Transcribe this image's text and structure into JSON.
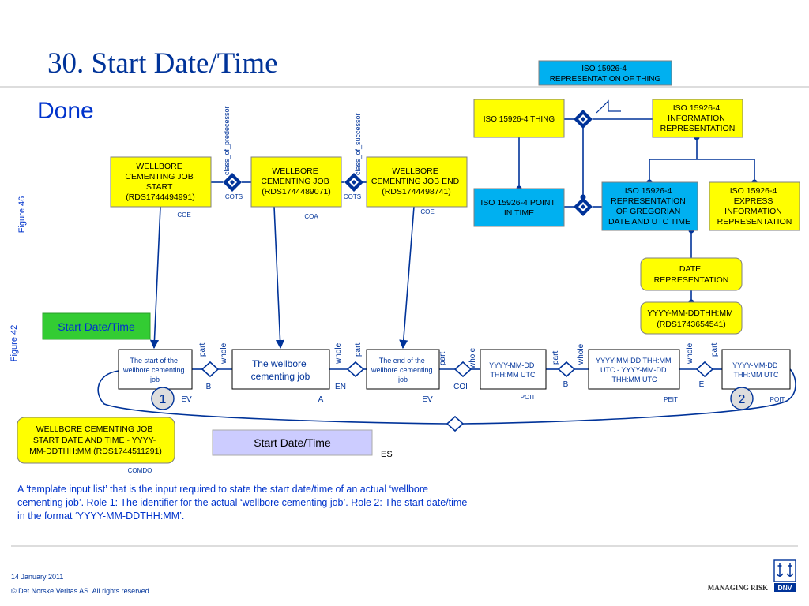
{
  "slide": {
    "title": "30. Start Date/Time",
    "subtitle": "Done",
    "side_label_top": "Figure 46",
    "side_label_bottom": "Figure 42",
    "footer_date": "14 January 2011",
    "footer_copyright": "© Det Norske Veritas AS. All rights reserved.",
    "brand_tagline": "MANAGING RISK",
    "brand_name": "DNV"
  },
  "colors": {
    "yellow": "#ffff00",
    "cyan": "#00b0f0",
    "navy": "#003399",
    "green": "#33cc33",
    "lavender": "#ccccff",
    "link_blue": "#0033cc"
  },
  "boxes": {
    "iso_thing_repr": [
      "ISO 15926-4",
      "REPRESENTATION OF THING"
    ],
    "iso_thing": [
      "ISO 15926-4 THING"
    ],
    "iso_info_repr": [
      "ISO 15926-4",
      "INFORMATION",
      "REPRESENTATION"
    ],
    "iso_point_in_time": [
      "ISO 15926-4 POINT",
      "IN TIME"
    ],
    "iso_greg_repr": [
      "ISO 15926-4",
      "REPRESENTATION",
      "OF GREGORIAN",
      "DATE AND UTC TIME"
    ],
    "iso_express_info": [
      "ISO 15926-4",
      "EXPRESS",
      "INFORMATION",
      "REPRESENTATION"
    ],
    "date_repr": [
      "DATE",
      "REPRESENTATION"
    ],
    "date_format_class": [
      "YYYY-MM-DDTHH:MM",
      "(RDS1743654541)"
    ],
    "cem_start": [
      "WELLBORE",
      "CEMENTING JOB",
      "START",
      "(RDS1744494991)"
    ],
    "cem_job": [
      "WELLBORE",
      "CEMENTING JOB",
      "(RDS1744489071)"
    ],
    "cem_end": [
      "WELLBORE",
      "CEMENTING JOB END",
      "(RDS1744498741)"
    ],
    "start_datetime_green": [
      "Start Date/Time"
    ],
    "inst_start": [
      "The start of the",
      "wellbore cementing",
      "job"
    ],
    "inst_job": [
      "The wellbore",
      "cementing job"
    ],
    "inst_end": [
      "The end of the",
      "wellbore cementing",
      "job"
    ],
    "inst_dt1": [
      "YYYY-MM-DD",
      "THH:MM UTC"
    ],
    "inst_dt_range": [
      "YYYY-MM-DD THH:MM",
      "UTC - YYYY-MM-DD",
      "THH:MM UTC"
    ],
    "inst_dt2": [
      "YYYY-MM-DD",
      "THH:MM UTC"
    ],
    "start_dt_class": [
      "WELLBORE CEMENTING JOB",
      "START DATE AND TIME - YYYY-",
      "MM-DDTHH:MM (RDS1744511291)"
    ],
    "start_dt_lavender": [
      "Start Date/Time"
    ]
  },
  "labels": {
    "cots1": "COTS",
    "cots2": "COTS",
    "class_of_predecessor": "class_of_predecessor",
    "class_of_successor": "class_of_successor",
    "coe1": "COE",
    "coa": "COA",
    "coe2": "COE",
    "part": "part",
    "whole": "whole",
    "b1": "B",
    "en": "EN",
    "coi": "COI",
    "b2": "B",
    "e": "E",
    "ev1": "EV",
    "a": "A",
    "ev2": "EV",
    "poit1": "POIT",
    "peit": "PEIT",
    "poit2": "POIT",
    "role1": "1",
    "role2": "2",
    "comdo": "COMDO",
    "es": "ES"
  },
  "description": [
    "A ‘template input list’ that is the input required to state the start date/time of an actual ‘wellbore",
    "cementing job’. Role 1: The identifier for the actual ‘wellbore cementing job’. Role 2: The start date/time",
    "in the format ‘YYYY-MM-DDTHH:MM’."
  ]
}
